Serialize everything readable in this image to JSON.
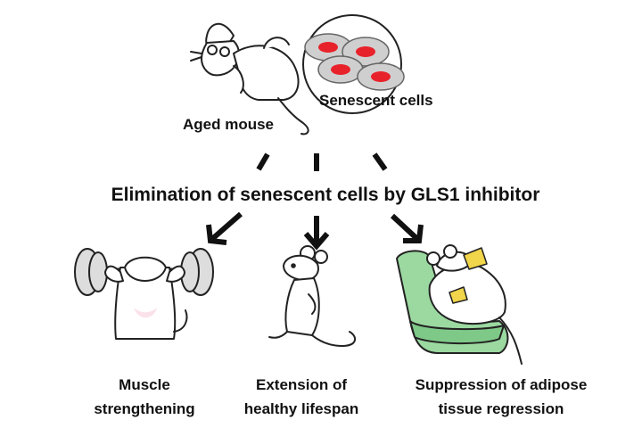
{
  "top": {
    "mouse_label": "Aged mouse",
    "cells_label": "Senescent cells"
  },
  "headline": "Elimination of senescent cells by GLS1 inhibitor",
  "outcomes": [
    {
      "line1": "Muscle",
      "line2": "strengthening"
    },
    {
      "line1": "Extension of",
      "line2": "healthy lifespan"
    },
    {
      "line1": "Suppression of adipose",
      "line2": "tissue regression"
    }
  ],
  "colors": {
    "cell_nucleus": "#e8222a",
    "cell_body": "#cfcfcf",
    "chair": "#9bd9a0",
    "cheese": "#f1d54a",
    "ink": "#111111"
  }
}
